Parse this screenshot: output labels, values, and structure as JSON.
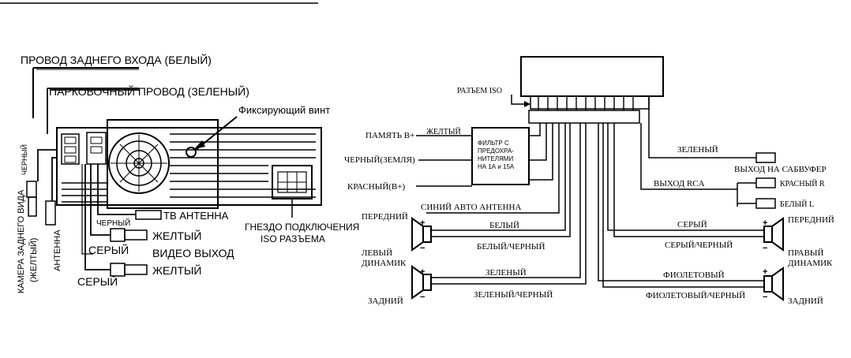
{
  "left_unit": {
    "rear_input_wire": "ПРОВОД ЗАДНЕГО ВХОДА (БЕЛЫЙ)",
    "parking_wire": "ПАРКОВОЧНЫЙ ПРОВОД (ЗЕЛЕНЫЙ)",
    "fixing_screw": "Фиксирующий винт",
    "black_top": "ЧЕРНЫЙ",
    "rear_camera_line1": "КАМЕРА ЗАДНЕГО ВИДА",
    "rear_camera_line2": "(ЖЕЛТЫЙ)",
    "antenna": "АНТЕННА",
    "black": "ЧЕРНЫЙ",
    "tv_antenna": "ТВ АНТЕННА",
    "yellow_1": "ЖЕЛТЫЙ",
    "gray_1": "СЕРЫЙ",
    "video_out": "ВИДЕО ВЫХОД",
    "yellow_2": "ЖЕЛТЫЙ",
    "gray_2": "СЕРЫЙ",
    "iso_socket_line1": "ГНЕЗДО ПОДКЛЮЧЕНИЯ",
    "iso_socket_line2": "ISO РАЗЪЕМА"
  },
  "right_wiring": {
    "iso_connector": "РАЗЪЕМ ISO",
    "memory": "ПАМЯТЬ В+",
    "yellow": "ЖЕЛТЫЙ",
    "black_ground": "ЧЕРНЫЙ(ЗЕМЛЯ)",
    "red_b": "КРАСНЫЙ(В+)",
    "filter_lines": [
      "ФИЛЬТР С",
      "ПРЕДОХРА-",
      "НИТЕЛЯМИ",
      "НА 1А и 15А"
    ],
    "blue_antenna": "СИНИЙ АВТО АНТЕННА",
    "green": "ЗЕЛЕНЫЙ",
    "sub_out": "ВЫХОД НА САБВУФЕР",
    "rca_out": "ВЫХОД RCA",
    "red_r": "КРАСНЫЙ R",
    "white_l": "БЕЛЫЙ L",
    "front_left": "ПЕРЕДНИЙ",
    "left_speaker_line1": "ЛЕВЫЙ",
    "left_speaker_line2": "ДИНАМИК",
    "rear_left": "ЗАДНИЙ",
    "white": "БЕЛЫЙ",
    "white_black": "БЕЛЫЙ/ЧЕРНЫЙ",
    "green_wire": "ЗЕЛЕНЫЙ",
    "green_black": "ЗЕЛЕНЫЙ/ЧЕРНЫЙ",
    "gray": "СЕРЫЙ",
    "gray_black": "СЕРЫЙ/ЧЕРНЫЙ",
    "violet": "ФИОЛЕТОВЫЙ",
    "violet_black": "ФИОЛЕТОВЫЙ/ЧЕРНЫЙ",
    "front_right": "ПЕРЕДНИЙ",
    "right_speaker_line1": "ПРАВЫЙ",
    "right_speaker_line2": "ДИНАМИК",
    "rear_right": "ЗАДНИЙ",
    "plus": "+",
    "minus": "−"
  }
}
